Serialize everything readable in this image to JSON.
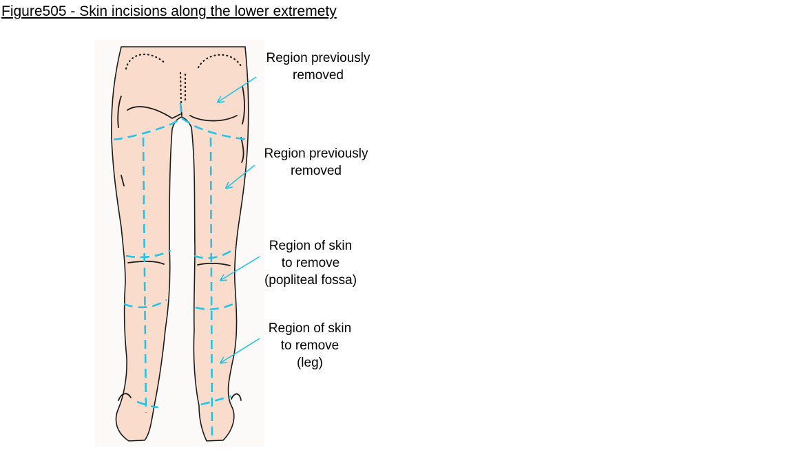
{
  "figure": {
    "title": "Figure505 - Skin incisions along the lower extremety"
  },
  "labels": [
    {
      "lines": [
        "Region previously",
        "removed"
      ]
    },
    {
      "lines": [
        "Region previously",
        "removed"
      ]
    },
    {
      "lines": [
        "Region of skin",
        "to remove",
        "(popliteal fossa)"
      ]
    },
    {
      "lines": [
        "Region of skin",
        "to remove",
        "(leg)"
      ]
    }
  ],
  "colors": {
    "skin": "#f9dccb",
    "incision": "#20c4e8",
    "pointer": "#20c4e8",
    "outline": "#1a1a1a"
  }
}
